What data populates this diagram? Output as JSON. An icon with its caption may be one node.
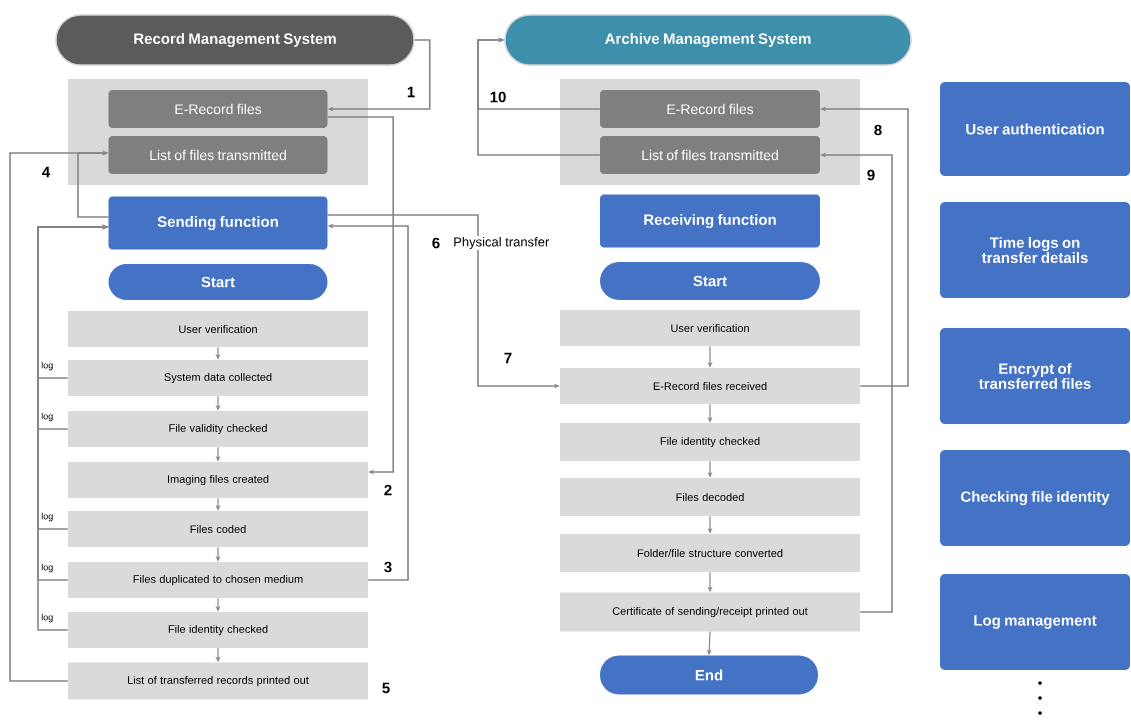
{
  "diagram": {
    "nodes": [
      {
        "text": [
          "Record Management System"
        ]
      },
      {
        "text": [],
        "shape": "box"
      },
      {
        "text": [
          "E-Record files"
        ],
        "in": 1
      },
      {
        "text": [
          "List of files transmitted"
        ],
        "in": 1
      },
      {
        "text": [
          "Sending function"
        ]
      },
      {
        "text": [
          "Start"
        ]
      },
      {
        "text": [
          "User verification"
        ]
      },
      {
        "text": [
          "System data collected"
        ]
      },
      {
        "text": [
          "File validity checked"
        ]
      },
      {
        "text": [
          "Imaging files created"
        ]
      },
      {
        "text": [
          "Files coded"
        ]
      },
      {
        "text": [
          "Files duplicated to chosen medium"
        ]
      },
      {
        "text": [
          "File identity checked"
        ]
      },
      {
        "text": [
          "List of transferred records printed out"
        ]
      },
      {
        "text": [
          "Archive Management System"
        ]
      },
      {
        "text": [],
        "shape": "box"
      },
      {
        "text": [
          "E-Record files"
        ],
        "in": 15
      },
      {
        "text": [
          "List of files transmitted"
        ],
        "in": 15
      },
      {
        "text": [
          "Receiving function"
        ]
      },
      {
        "text": [
          "Start"
        ]
      },
      {
        "text": [
          "User verification"
        ]
      },
      {
        "text": [
          "E-Record files received"
        ]
      },
      {
        "text": [
          "File identity checked"
        ]
      },
      {
        "text": [
          "Files decoded"
        ]
      },
      {
        "text": [
          "Folder/file structure converted"
        ]
      },
      {
        "text": [
          "Certificate of sending/receipt printed out"
        ]
      },
      {
        "text": [
          "End"
        ]
      },
      {
        "text": [
          "User authentication"
        ]
      },
      {
        "text": [
          "Time logs on transfer details"
        ]
      },
      {
        "text": [
          "Encrypt of transferred files"
        ]
      },
      {
        "text": [
          "Checking file identity"
        ]
      },
      {
        "text": [
          "Log management"
        ]
      }
    ],
    "edges": [
      {
        "from": 0,
        "to": 2,
        "arrow": "to",
        "label": "1"
      },
      {
        "from": 2,
        "to": 9,
        "arrow": "to",
        "label": "2"
      },
      {
        "from": 11,
        "to": 4,
        "arrow": "to",
        "label": "3"
      },
      {
        "from": 13,
        "to": 3,
        "arrow": "to",
        "label": "4"
      },
      {
        "from": 4,
        "to": 3,
        "arrow": "to"
      },
      {
        "from": 7,
        "to": 4,
        "arrow": "to",
        "label": "log"
      },
      {
        "from": 8,
        "to": 4,
        "arrow": "to",
        "label": "log"
      },
      {
        "from": 10,
        "to": 4,
        "arrow": "to",
        "label": "log"
      },
      {
        "from": 11,
        "to": 4,
        "arrow": "to",
        "label": "log"
      },
      {
        "from": 12,
        "to": 4,
        "arrow": "to",
        "label": "log"
      },
      {
        "from": 4,
        "to": 21,
        "arrow": "to",
        "label": "Physical transfer"
      },
      {
        "from": 21,
        "to": 16,
        "arrow": "to",
        "label": "8"
      },
      {
        "from": 25,
        "to": 17,
        "arrow": "to",
        "label": "9"
      },
      {
        "from": 16,
        "to": 14,
        "arrow": "to",
        "label": "10"
      },
      {
        "from": 17,
        "to": 14,
        "arrow": "to"
      },
      {
        "from": 6,
        "to": 7,
        "arrow": "to"
      },
      {
        "from": 7,
        "to": 8,
        "arrow": "to"
      },
      {
        "from": 8,
        "to": 9,
        "arrow": "to"
      },
      {
        "from": 9,
        "to": 10,
        "arrow": "to"
      },
      {
        "from": 10,
        "to": 11,
        "arrow": "to"
      },
      {
        "from": 11,
        "to": 12,
        "arrow": "to"
      },
      {
        "from": 12,
        "to": 13,
        "arrow": "to"
      },
      {
        "from": 20,
        "to": 21,
        "arrow": "to"
      },
      {
        "from": 21,
        "to": 22,
        "arrow": "to"
      },
      {
        "from": 22,
        "to": 23,
        "arrow": "to"
      },
      {
        "from": 23,
        "to": 24,
        "arrow": "to"
      },
      {
        "from": 24,
        "to": 25,
        "arrow": "to"
      },
      {
        "from": 25,
        "to": 26,
        "arrow": "to"
      }
    ],
    "labels": [
      "5",
      "6",
      "7"
    ]
  }
}
